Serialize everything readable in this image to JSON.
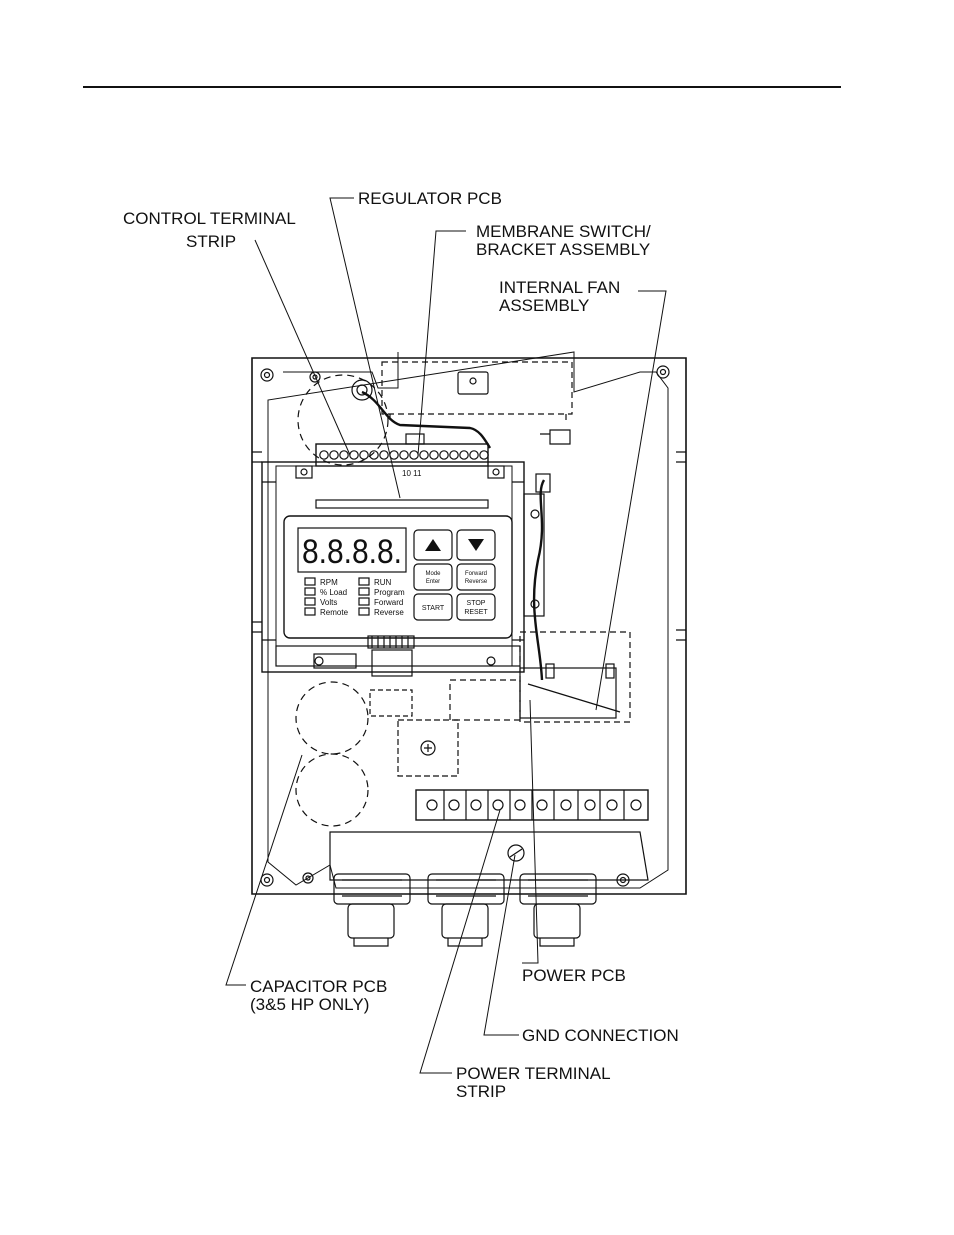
{
  "labels": {
    "control_terminal_strip_1": "CONTROL TERMINAL",
    "control_terminal_strip_2": "STRIP",
    "regulator_pcb": "REGULATOR PCB",
    "membrane_switch_1": "MEMBRANE SWITCH/",
    "membrane_switch_2": "BRACKET ASSEMBLY",
    "internal_fan_1": "INTERNAL FAN",
    "internal_fan_2": "ASSEMBLY",
    "capacitor_pcb_1": "CAPACITOR PCB",
    "capacitor_pcb_2": "(3&5 HP ONLY)",
    "power_pcb": "POWER PCB",
    "gnd_connection": "GND CONNECTION",
    "power_terminal_strip_1": "POWER TERMINAL",
    "power_terminal_strip_2": "STRIP"
  },
  "keypad": {
    "display": "8.8.8.8.",
    "terminal_numbers": "10 11",
    "mode_1": "Mode",
    "mode_2": "Enter",
    "forward_1": "Forward",
    "forward_2": "Reverse",
    "start": "START",
    "stop_1": "STOP",
    "stop_2": "RESET",
    "led_left": [
      "RPM",
      "% Load",
      "Volts",
      "Remote"
    ],
    "led_right": [
      "RUN",
      "Program",
      "Forward",
      "Reverse"
    ]
  }
}
